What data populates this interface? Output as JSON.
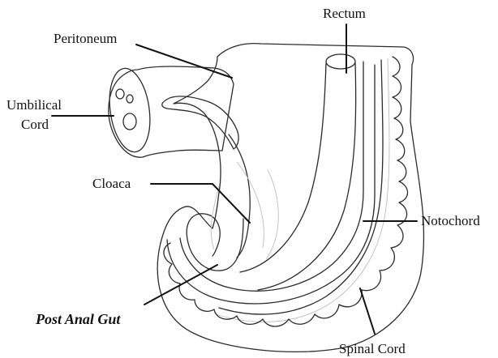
{
  "labels": {
    "rectum": "Rectum",
    "peritoneum": "Peritoneum",
    "umbilical_1": "Umbilical",
    "umbilical_2": "Cord",
    "cloaca": "Cloaca",
    "notochord": "Notochord",
    "post_anal_gut": "Post Anal Gut",
    "spinal_cord": "Spinal Cord"
  },
  "colors": {
    "outline": "#2b2b2b",
    "shading": "#e9e9e9",
    "leader": "#111111"
  }
}
